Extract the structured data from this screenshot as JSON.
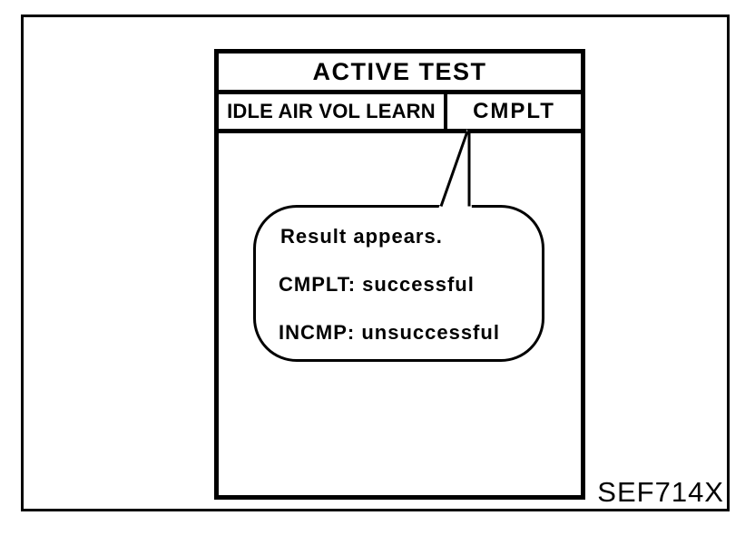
{
  "colors": {
    "ink": "#000000",
    "paper": "#ffffff"
  },
  "figure_code": "SEF714X",
  "consult_screen": {
    "title": "ACTIVE TEST",
    "row": {
      "item": "IDLE AIR VOL LEARN",
      "value": "CMPLT"
    }
  },
  "callout": {
    "line1": "Result appears.",
    "line2": "CMPLT: successful",
    "line3": "INCMP: unsuccessful"
  }
}
